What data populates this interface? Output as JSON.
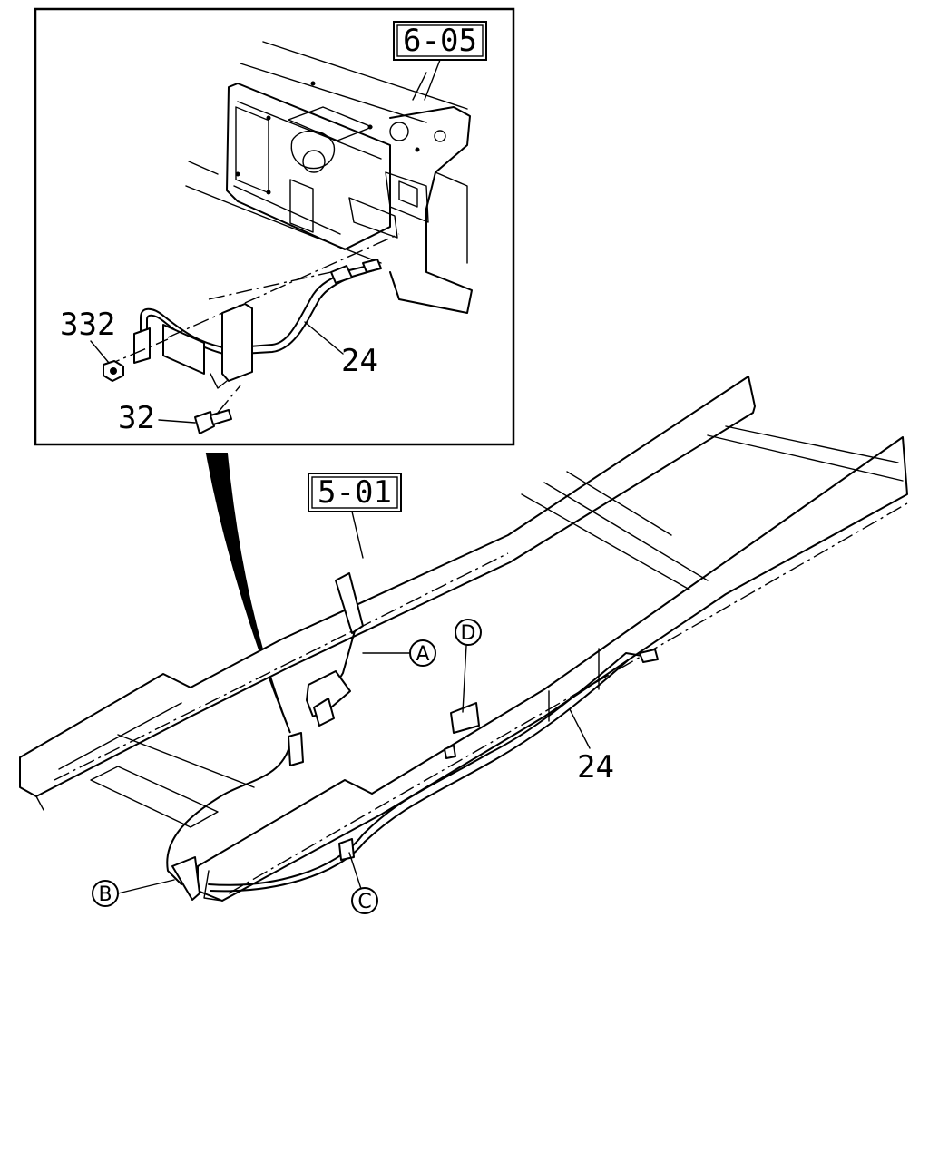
{
  "references": {
    "ref_top": "6-05",
    "ref_frame": "5-01"
  },
  "part_numbers": {
    "nut": "332",
    "bolt": "32",
    "cable_inset": "24",
    "cable_frame": "24"
  },
  "callouts": {
    "a": "A",
    "b": "B",
    "c": "C",
    "d": "D"
  }
}
